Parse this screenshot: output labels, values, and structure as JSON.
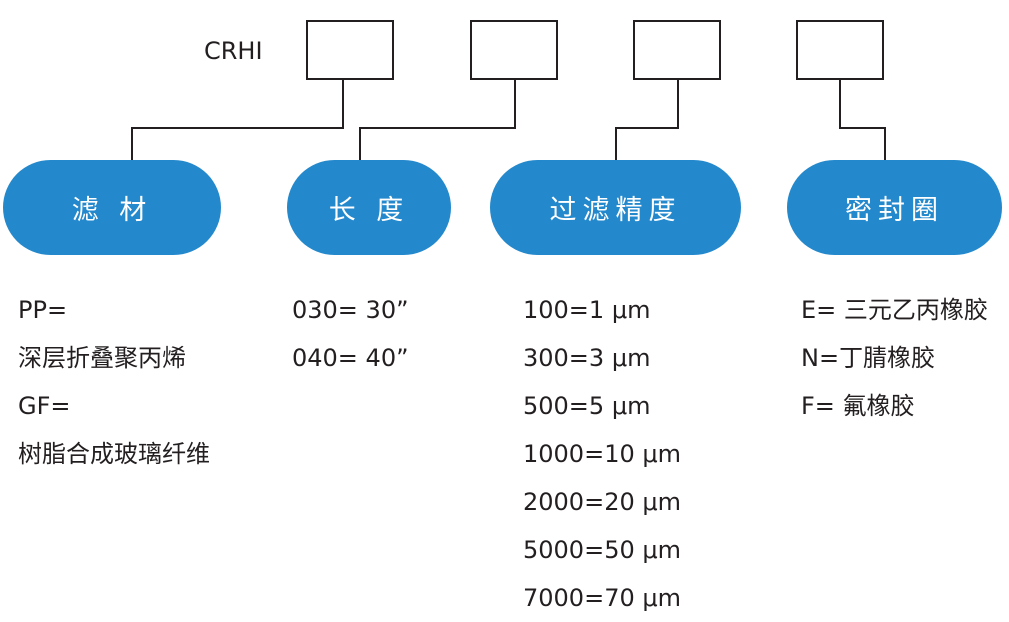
{
  "prefix": "CRHI",
  "colors": {
    "pill_fill": "#2388cc",
    "pill_text": "#ffffff",
    "line": "#231f20",
    "text": "#231f20"
  },
  "categories": [
    {
      "label": "滤 材",
      "options": [
        "PP=",
        "深层折叠聚丙烯",
        "GF=",
        "树脂合成玻璃纤维"
      ]
    },
    {
      "label": "长 度",
      "options": [
        "030= 30”",
        "040= 40”"
      ]
    },
    {
      "label": "过滤精度",
      "options": [
        "100=1 μm",
        "300=3 μm",
        "500=5 μm",
        "1000=10 μm",
        "2000=20 μm",
        "5000=50 μm",
        "7000=70 μm"
      ]
    },
    {
      "label": "密封圈",
      "options": [
        "E= 三元乙丙橡胶",
        "N=丁腈橡胶",
        "F= 氟橡胶"
      ]
    }
  ]
}
